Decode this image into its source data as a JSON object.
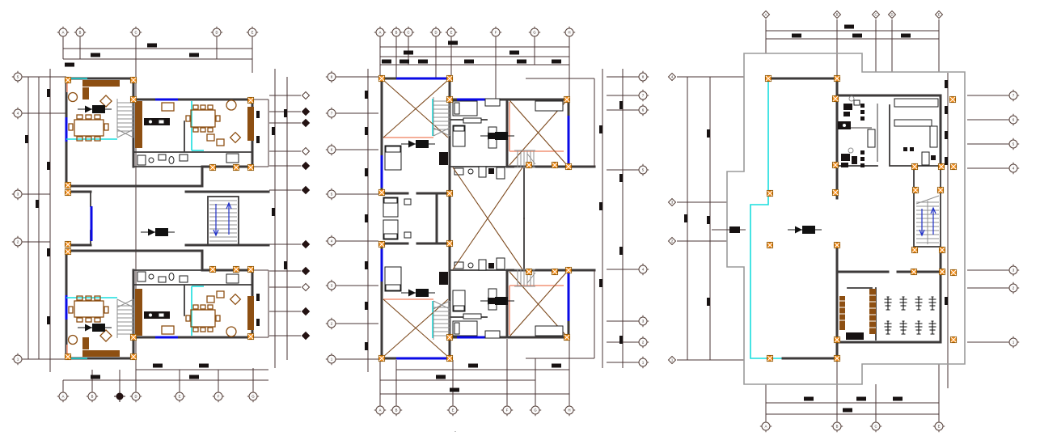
{
  "colors": {
    "paper": "#ffffff",
    "wall": "#3d3a3a",
    "window": "#0a0ae6",
    "cyan": "#18dede",
    "salmon": "#f4a289",
    "furniture": "#8d4f12",
    "brace": "#7d4a1e",
    "marker": "#f5901e",
    "markerline": "#8a5200",
    "stair": "#8f8f8f",
    "parapet": "#9a9a9a",
    "dim": "#4a3434",
    "ink": "#171212",
    "arrow": "#2030c8"
  },
  "plans": {
    "p1": {
      "grid_top": [
        "A",
        "B",
        "C",
        "D",
        "E"
      ],
      "grid_bottom": [
        "A",
        "B",
        "D",
        "E",
        "F",
        "G"
      ],
      "grid_left": [
        "5",
        "4",
        "3",
        "2",
        "1"
      ]
    },
    "p2": {
      "grid_top": [
        "A",
        "B",
        "C",
        "D",
        "E",
        "F",
        "G",
        "H"
      ],
      "grid_bottom": [
        "A",
        "B",
        "E",
        "F",
        "G",
        "H"
      ],
      "grid_left": [
        "8",
        "7",
        "6",
        "5",
        "4",
        "3",
        "2",
        "1"
      ],
      "grid_right": [
        "8",
        "7",
        "6",
        "5",
        "4",
        "3",
        "2",
        "1"
      ]
    },
    "p3": {
      "grid_top": [
        "A",
        "B",
        "C",
        "D",
        "E"
      ],
      "grid_bottom": [
        "A",
        "B",
        "C",
        "E"
      ],
      "grid_left": [
        "4",
        "3",
        "2",
        "1"
      ],
      "grid_right": [
        "7",
        "6",
        "5",
        "4",
        "3",
        "2",
        "1"
      ]
    }
  },
  "footer": {
    "dot": "."
  }
}
